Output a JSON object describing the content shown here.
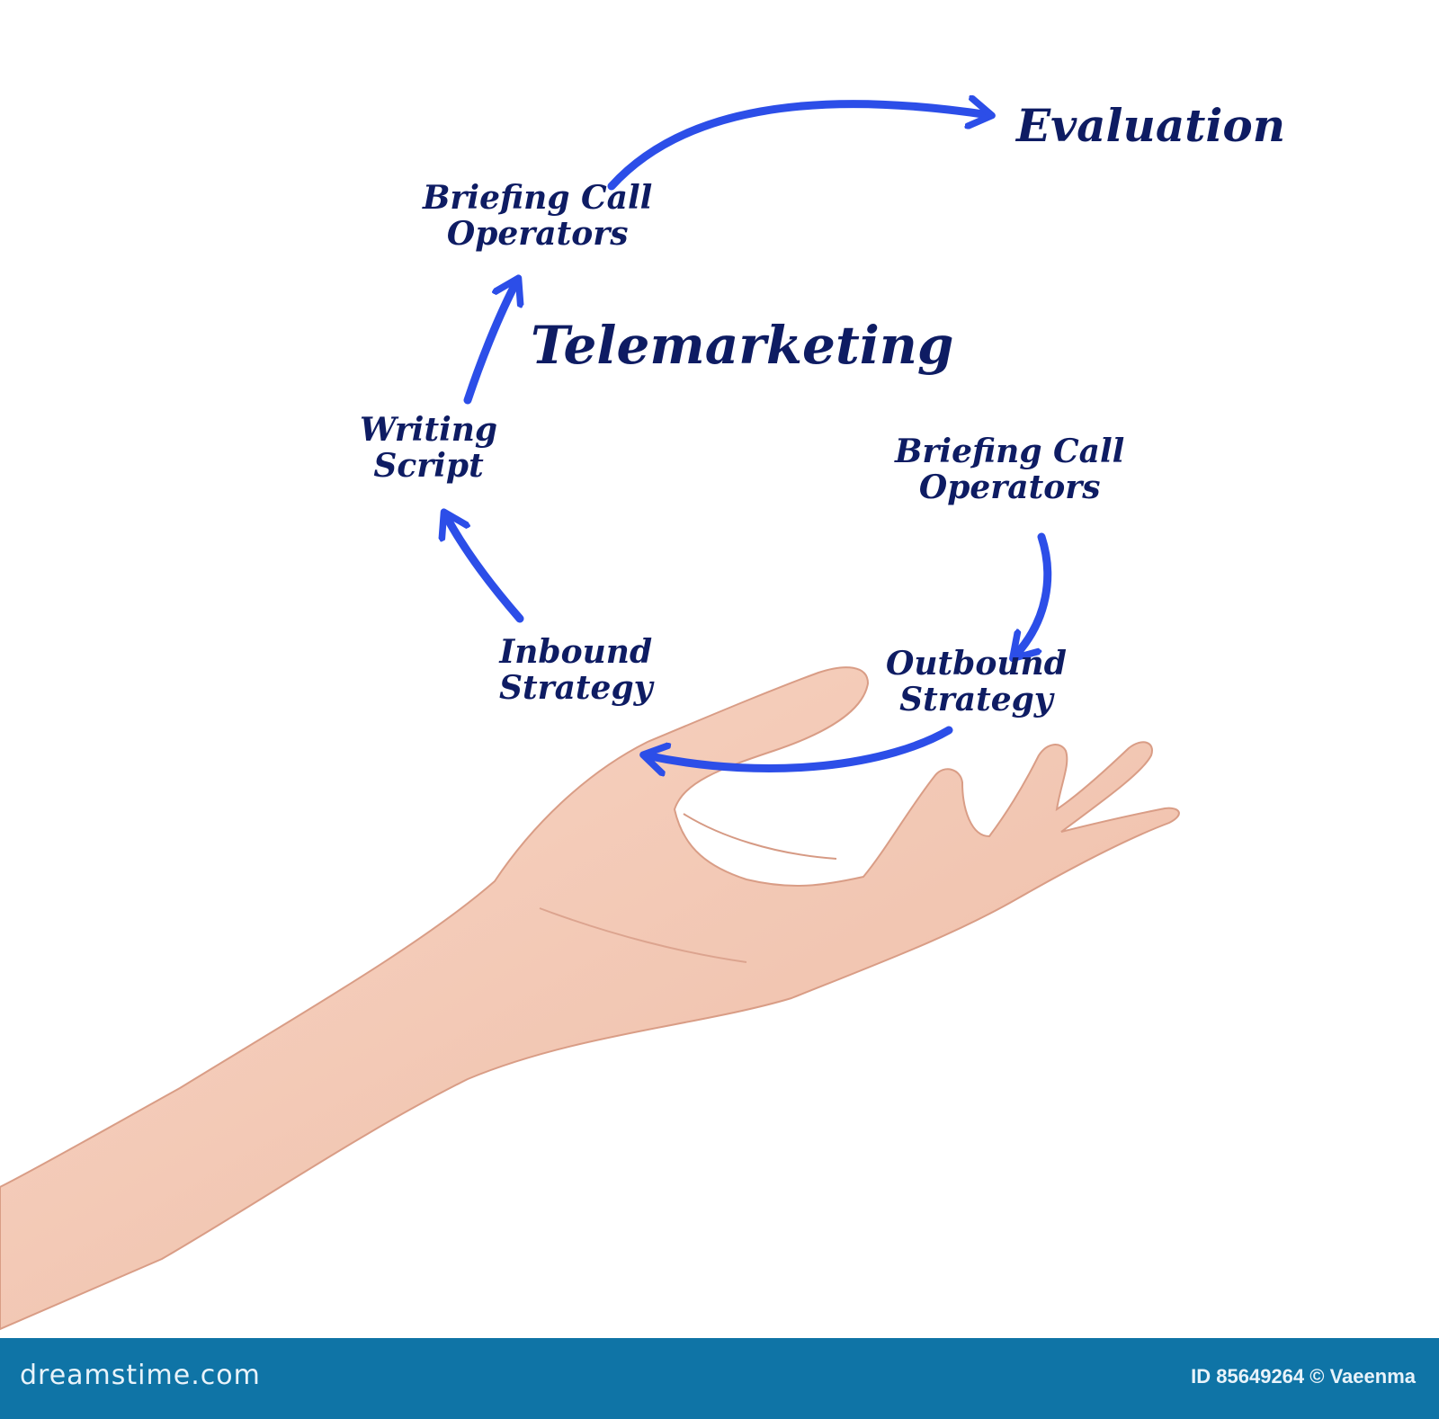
{
  "diagram": {
    "title": "Telemarketing",
    "nodes": [
      {
        "id": "briefing-top",
        "lines": [
          "Briefing Call",
          "Operators"
        ]
      },
      {
        "id": "writing",
        "lines": [
          "Writing",
          "Script"
        ]
      },
      {
        "id": "briefing-right",
        "lines": [
          "Briefing Call",
          "Operators"
        ]
      },
      {
        "id": "inbound",
        "lines": [
          "Inbound",
          "Strategy"
        ]
      },
      {
        "id": "outbound",
        "lines": [
          "Outbound",
          "Strategy"
        ]
      },
      {
        "id": "evaluation",
        "lines": [
          "Evaluation"
        ]
      }
    ],
    "flow": [
      [
        "briefing-right",
        "outbound"
      ],
      [
        "outbound",
        "inbound"
      ],
      [
        "inbound",
        "writing"
      ],
      [
        "writing",
        "briefing-top"
      ],
      [
        "briefing-top",
        "evaluation"
      ]
    ],
    "colors": {
      "text": "#0e1c63",
      "arrow": "#2c4ee8",
      "skin": "#f3c8b4",
      "footer": "#0f74a6"
    }
  },
  "footer": {
    "brand": "dreamstime.com",
    "credit": "ID 85649264 © Vaeenma"
  }
}
